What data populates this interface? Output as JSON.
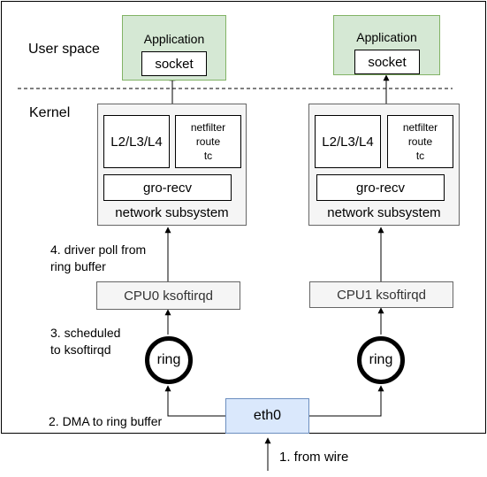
{
  "labels": {
    "user_space": "User space",
    "kernel": "Kernel",
    "step1": "1. from wire",
    "step2": "2. DMA to ring buffer",
    "step3_line1": "3. scheduled",
    "step3_line2": "to ksoftirqd",
    "step4_line1": "4. driver poll from",
    "step4_line2": "ring buffer"
  },
  "left": {
    "application": "Application",
    "socket": "socket",
    "layers": "L2/L3/L4",
    "netfilter": [
      "netfilter",
      "route",
      "tc"
    ],
    "gro": "gro-recv",
    "network_subsystem": "network subsystem",
    "cpu": "CPU0 ksoftirqd",
    "ring": "ring"
  },
  "right": {
    "application": "Application",
    "socket": "socket",
    "layers": "L2/L3/L4",
    "netfilter": [
      "netfilter",
      "route",
      "tc"
    ],
    "gro": "gro-recv",
    "network_subsystem": "network subsystem",
    "cpu": "CPU1 ksoftirqd",
    "ring": "ring"
  },
  "nic": "eth0",
  "colors": {
    "app_fill": "#d5e8d4",
    "app_stroke": "#82b366",
    "subsystem_fill": "#f5f5f5",
    "nic_fill": "#dae8fc",
    "nic_stroke": "#6c8ebf"
  }
}
